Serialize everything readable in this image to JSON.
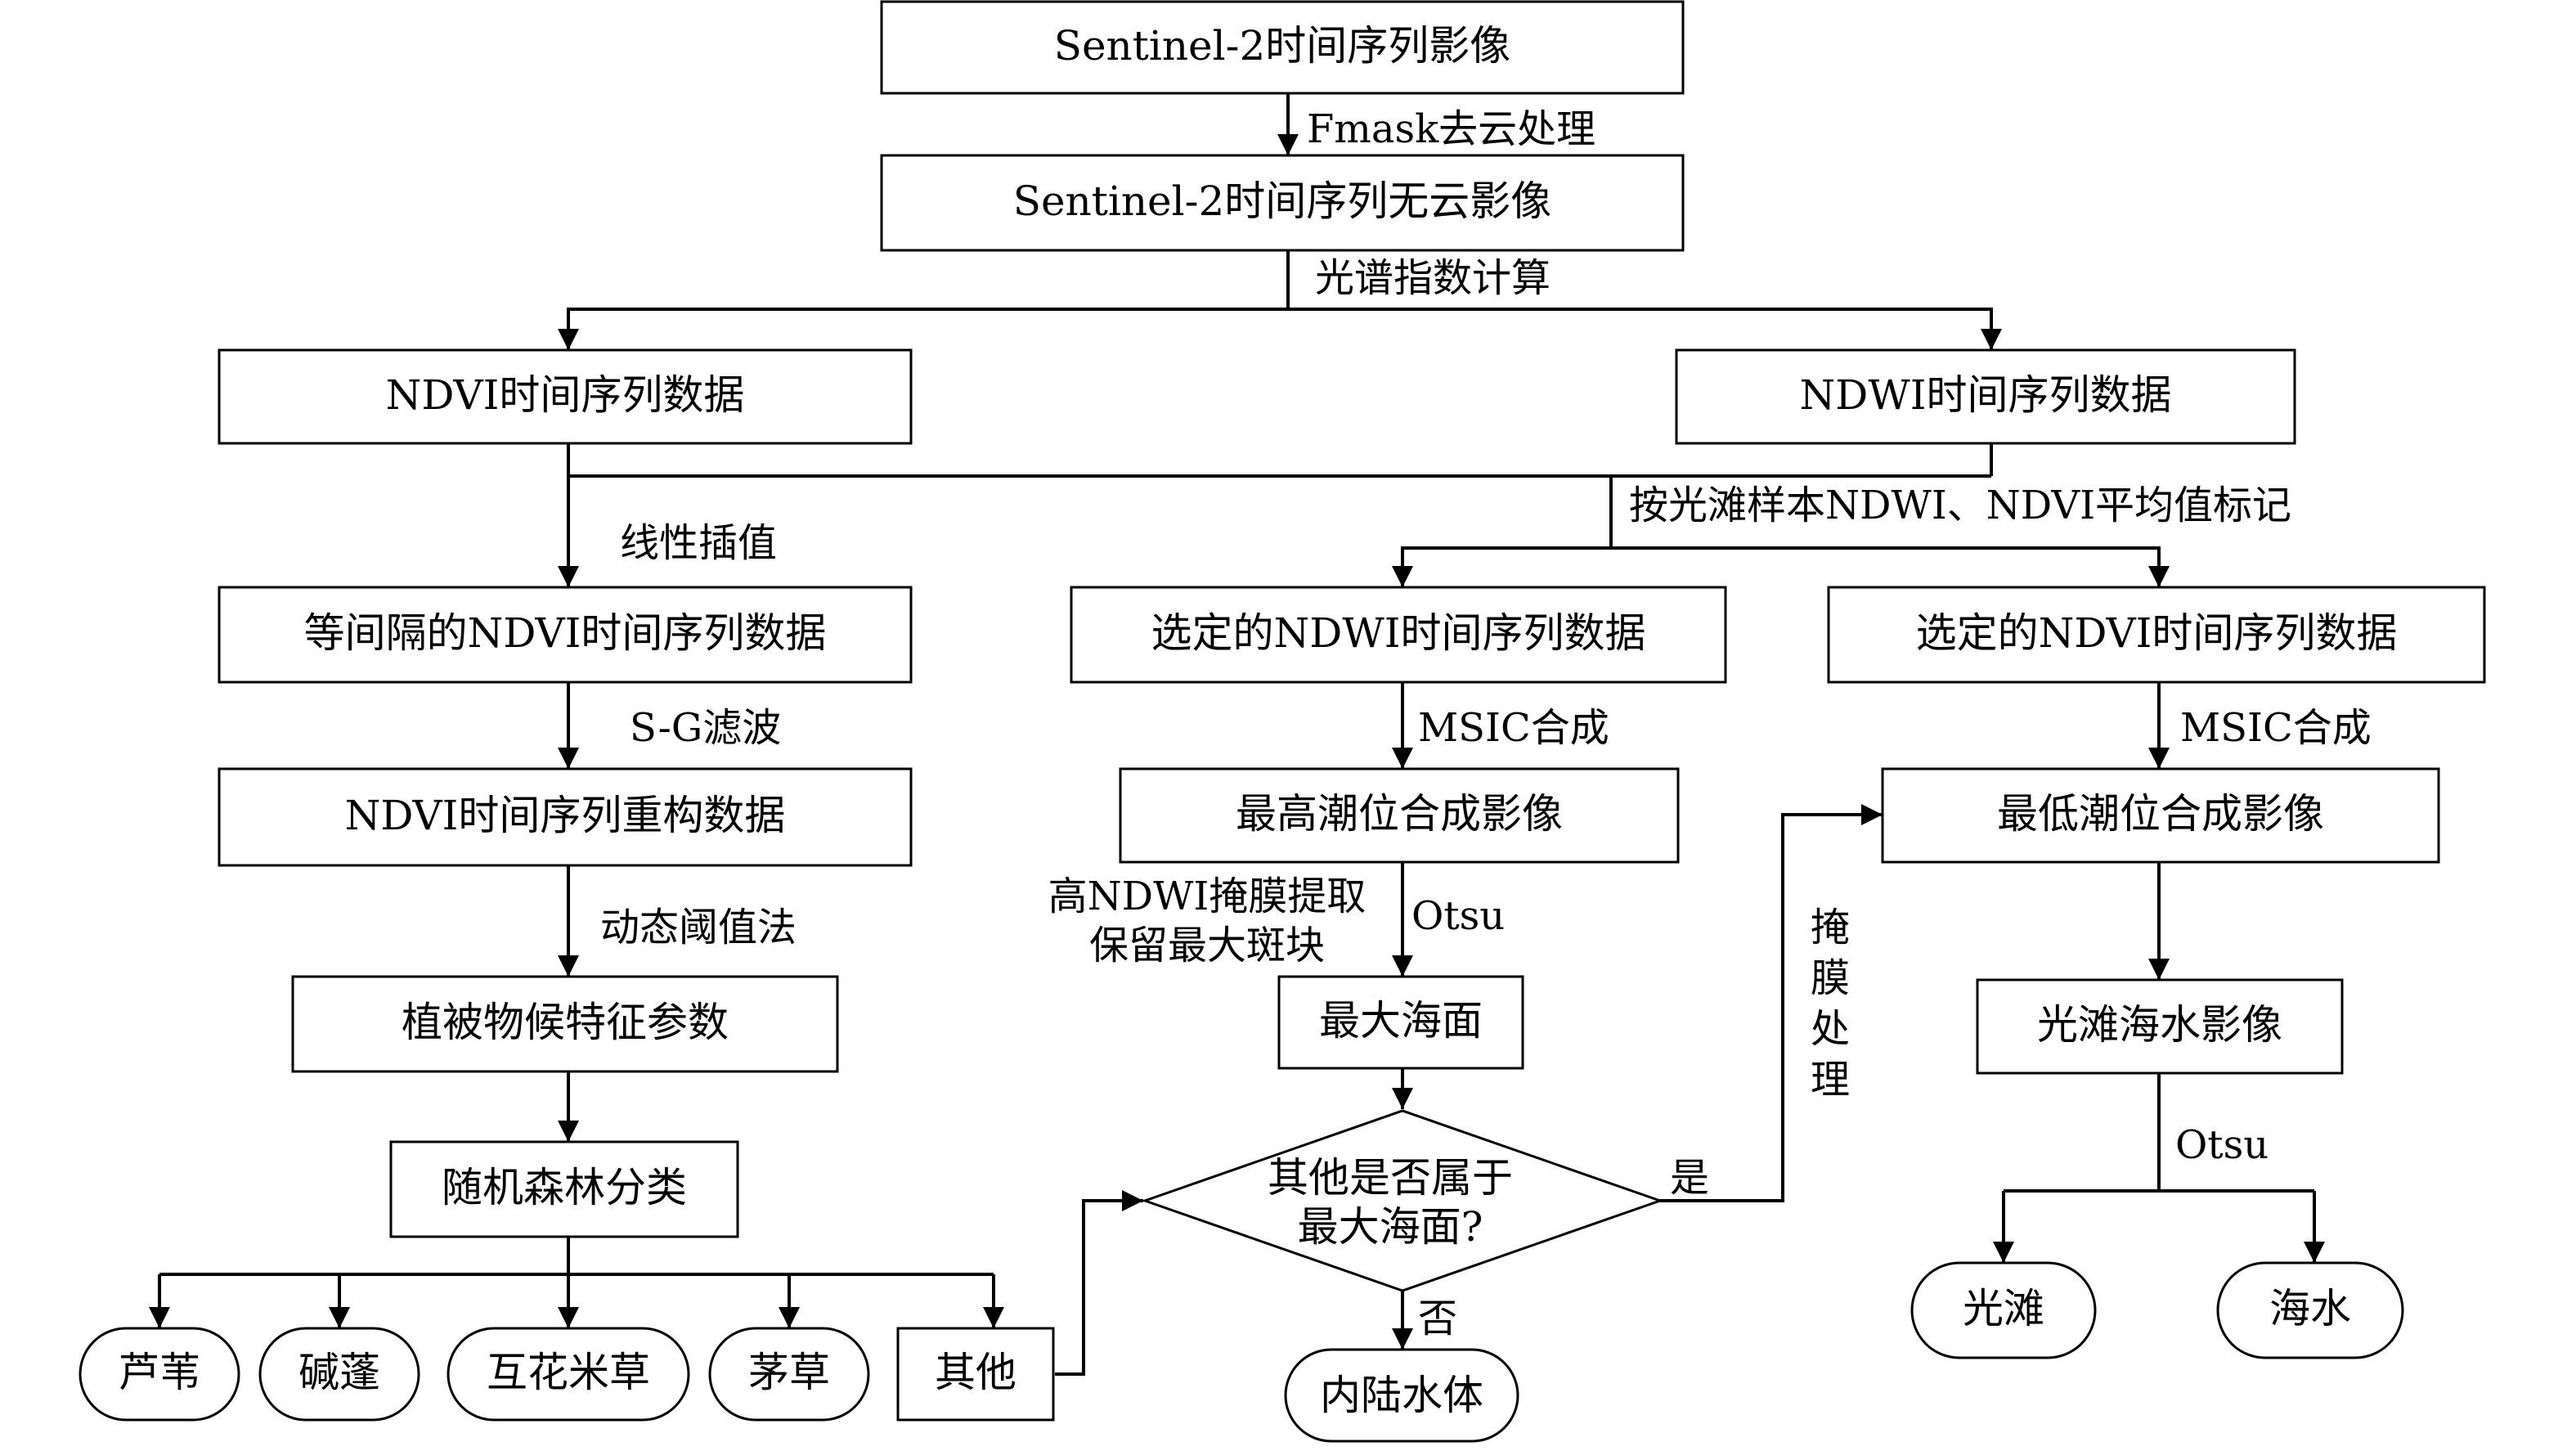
{
  "nodes": {
    "s2_series": "Sentinel-2时间序列影像",
    "s2_cloudfree": "Sentinel-2时间序列无云影像",
    "ndvi_series": "NDVI时间序列数据",
    "ndwi_series": "NDWI时间序列数据",
    "ndvi_equal_interval": "等间隔的NDVI时间序列数据",
    "ndvi_reconstructed": "NDVI时间序列重构数据",
    "phenology_params": "植被物候特征参数",
    "random_forest": "随机森林分类",
    "selected_ndwi": "选定的NDWI时间序列数据",
    "selected_ndvi": "选定的NDVI时间序列数据",
    "highest_tide": "最高潮位合成影像",
    "lowest_tide": "最低潮位合成影像",
    "max_sea": "最大海面",
    "decision_line1": "其他是否属于",
    "decision_line2": "最大海面?",
    "flat_sea_image": "光滩海水影像",
    "inland_water": "内陆水体",
    "class_reed": "芦苇",
    "class_suaeda": "碱蓬",
    "class_spartina": "互花米草",
    "class_imperata": "茅草",
    "class_other": "其他",
    "result_flat": "光滩",
    "result_sea": "海水"
  },
  "edge_labels": {
    "fmask": "Fmask去云处理",
    "spectral_index": "光谱指数计算",
    "flat_sample_mark": "按光滩样本NDWI、NDVI平均值标记",
    "linear_interp": "线性插值",
    "sg_filter": "S-G滤波",
    "dynamic_threshold": "动态阈值法",
    "msic_ndwi": "MSIC合成",
    "msic_ndvi": "MSIC合成",
    "high_ndwi_mask_1": "高NDWI掩膜提取",
    "high_ndwi_mask_2": "保留最大斑块",
    "otsu_left": "Otsu",
    "otsu_right": "Otsu",
    "mask_process": [
      "掩",
      "膜",
      "处",
      "理"
    ],
    "yes": "是",
    "no": "否"
  }
}
